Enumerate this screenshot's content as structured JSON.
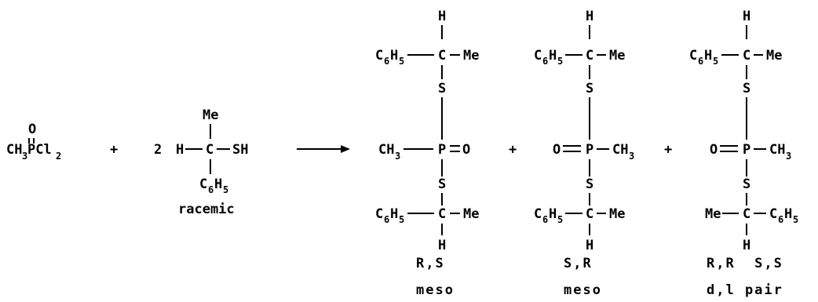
{
  "reagent": {
    "oxygen": "O",
    "formula": "CH",
    "h_sub": "3",
    "p_cl": "PCl",
    "cl_sub": "2"
  },
  "plus": "+",
  "thiol": {
    "coefficient": "2",
    "hydrogen": "H",
    "carbon": "C",
    "methyl": "Me",
    "sh": "SH",
    "phenyl": "C",
    "phenyl_sub_6": "6",
    "phenyl_h": "H",
    "phenyl_sub_5": "5",
    "label": "racemic"
  },
  "atoms": {
    "H": "H",
    "C": "C",
    "S": "S",
    "P": "P",
    "O": "O",
    "Me": "Me",
    "CH": "CH",
    "C6": "C",
    "H6": "H",
    "sub6": "6",
    "sub5": "5",
    "sub3": "3",
    "dash": "–",
    "eq": "="
  },
  "products": [
    {
      "config": "R,S",
      "kind": "meso"
    },
    {
      "config": "S,R",
      "kind": "meso"
    },
    {
      "config": "R,R  S,S",
      "kind": "d,l pair"
    }
  ]
}
